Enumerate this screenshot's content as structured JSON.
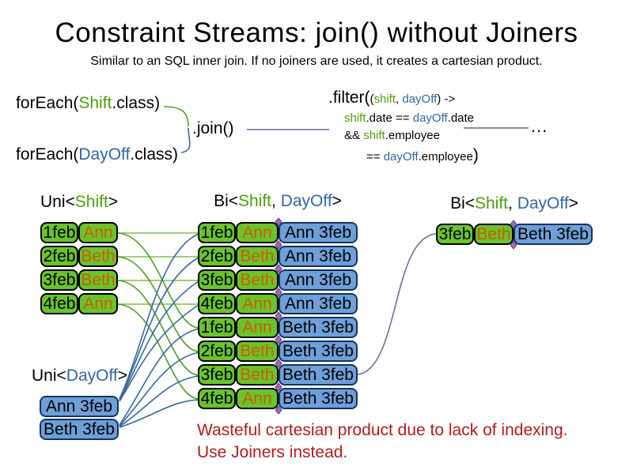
{
  "slide": {
    "title": "Constraint Streams: join() without Joiners",
    "subtitle": "Similar to an SQL inner join. If no joiners are used, it creates a cartesian product.",
    "warning_line1": "Wasteful cartesian product due to lack of indexing.",
    "warning_line2": "Use Joiners instead."
  },
  "code": {
    "foreach_shift": {
      "pre": "forEach(",
      "cls": "Shift",
      "post": ".class)"
    },
    "foreach_dayoff": {
      "pre": "forEach(",
      "cls": "DayOff",
      "post": ".class)"
    },
    "join": ".join()",
    "ellipsis": "...",
    "filter": {
      "head": ".filter(",
      "l1_open": "(",
      "l1_shift": "shift",
      "l1_sep": ", ",
      "l1_dayoff": "dayOff",
      "l1_tail": ") ->",
      "l2_shift": "shift",
      "l2_mid": ".date == ",
      "l2_dayoff": "dayOff",
      "l2_tail": ".date",
      "l3_and": "&& ",
      "l3_shift": "shift",
      "l3_tail": ".employee",
      "l4_eq": "== ",
      "l4_dayoff": "dayOff",
      "l4_mid": ".employee",
      "l4_close": ")"
    }
  },
  "labels": {
    "uni_shift": {
      "pre": "Uni<",
      "type": "Shift",
      "post": ">"
    },
    "uni_dayoff": {
      "pre": "Uni<",
      "type": "DayOff",
      "post": ">"
    },
    "bi": {
      "pre": "Bi<",
      "shift": "Shift",
      "sep": ", ",
      "dayoff": "DayOff",
      "post": ">"
    }
  },
  "tables": {
    "uni_shift": [
      {
        "date": "1feb",
        "name": "Ann"
      },
      {
        "date": "2feb",
        "name": "Beth"
      },
      {
        "date": "3feb",
        "name": "Beth"
      },
      {
        "date": "4feb",
        "name": "Ann"
      }
    ],
    "uni_dayoff": [
      {
        "text": "Ann 3feb"
      },
      {
        "text": "Beth 3feb"
      }
    ],
    "bi_product": [
      {
        "date": "1feb",
        "name": "Ann",
        "dayoff": "Ann 3feb"
      },
      {
        "date": "2feb",
        "name": "Beth",
        "dayoff": "Ann 3feb"
      },
      {
        "date": "3feb",
        "name": "Beth",
        "dayoff": "Ann 3feb"
      },
      {
        "date": "4feb",
        "name": "Ann",
        "dayoff": "Ann 3feb"
      },
      {
        "date": "1feb",
        "name": "Ann",
        "dayoff": "Beth 3feb"
      },
      {
        "date": "2feb",
        "name": "Beth",
        "dayoff": "Beth 3feb"
      },
      {
        "date": "3feb",
        "name": "Beth",
        "dayoff": "Beth 3feb"
      },
      {
        "date": "4feb",
        "name": "Ann",
        "dayoff": "Beth 3feb"
      }
    ],
    "bi_filtered": [
      {
        "date": "3feb",
        "name": "Beth",
        "dayoff": "Beth 3feb"
      }
    ]
  },
  "colors": {
    "text_green": "#4d9e0d",
    "text_blue": "#3465a4",
    "name_orange": "#cc5c00",
    "box_green_fill": "#6ac32d",
    "box_blue_fill": "#6f9fd8",
    "box_blue_border": "#14325e",
    "line_green": "#4f9d21",
    "line_green_light": "#86bb4a",
    "line_blue": "#36699f",
    "line_purple": "#7c5c9a",
    "warning_red": "#b21b1b"
  }
}
